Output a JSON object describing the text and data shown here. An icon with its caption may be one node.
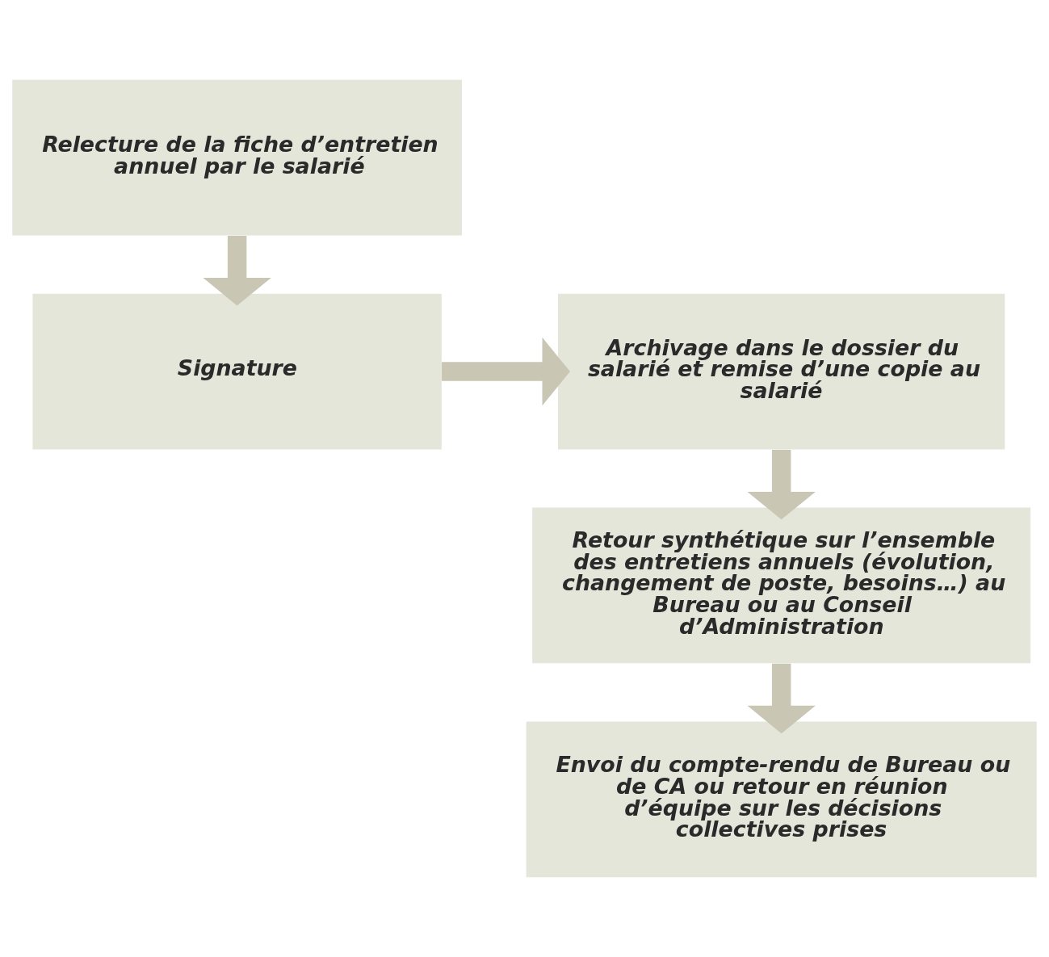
{
  "diagram": {
    "nodes": [
      {
        "text": [
          "Relecture de la fiche d’entretien annuel par le salarié"
        ]
      },
      {
        "text": [
          "Signature"
        ]
      },
      {
        "text": [
          "Archivage dans le dossier du salarié et remise d’une copie au salarié"
        ]
      },
      {
        "text": [
          "Retour synthétique sur l’ensemble des entretiens annuels (évolution, changement de poste, besoins…) au Bureau ou au Conseil d’Administration"
        ]
      },
      {
        "text": [
          "Envoi du compte-rendu de Bureau ou de CA ou retour en réunion d’équipe sur les décisions collectives prises"
        ]
      }
    ],
    "edges": [
      {
        "from": 0,
        "to": 1,
        "arrow": "to"
      },
      {
        "from": 1,
        "to": 2,
        "arrow": "to"
      },
      {
        "from": 2,
        "to": 3,
        "arrow": "to"
      },
      {
        "from": 3,
        "to": 4,
        "arrow": "to"
      }
    ]
  }
}
